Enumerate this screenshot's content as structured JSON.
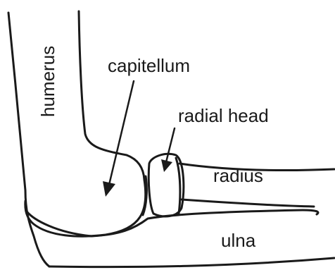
{
  "labels": {
    "humerus": "humerus",
    "capitellum": "capitellum",
    "radial_head": "radial head",
    "radius": "radius",
    "ulna": "ulna"
  },
  "colors": {
    "stroke": "#1a1a1a",
    "background": "#ffffff"
  }
}
